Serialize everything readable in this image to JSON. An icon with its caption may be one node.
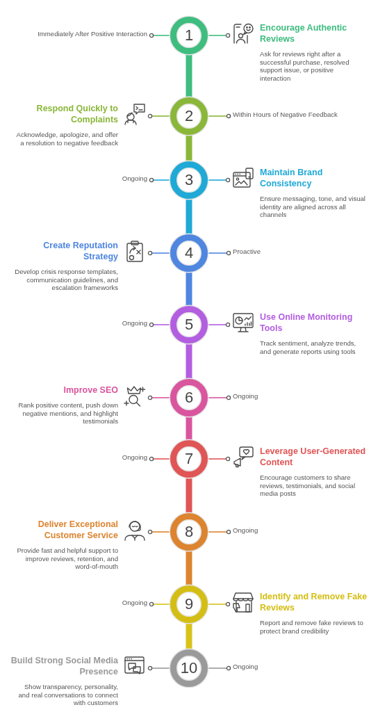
{
  "diagram": {
    "nodes": [
      {
        "text": [
          "Immediately After Positive Interaction"
        ]
      },
      {
        "text": [
          "1"
        ]
      },
      {
        "text": [
          "Encourage Authentic Reviews",
          "Ask for reviews right after a successful purchase, resolved support issue, or positive interaction"
        ]
      },
      {
        "text": [
          "Respond Quickly to Complaints",
          "Acknowledge, apologize, and offer a resolution to negative feedback"
        ]
      },
      {
        "text": [
          "2"
        ]
      },
      {
        "text": [
          "Within Hours of Negative Feedback"
        ]
      },
      {
        "text": [
          "Ongoing"
        ]
      },
      {
        "text": [
          "3"
        ]
      },
      {
        "text": [
          "Maintain Brand Consistency",
          "Ensure messaging, tone, and visual identity are aligned across all channels"
        ]
      },
      {
        "text": [
          "Create Reputation Strategy",
          "Develop crisis response templates, communication guidelines, and escalation frameworks"
        ]
      },
      {
        "text": [
          "4"
        ]
      },
      {
        "text": [
          "Proactive"
        ]
      },
      {
        "text": [
          "Ongoing"
        ]
      },
      {
        "text": [
          "5"
        ]
      },
      {
        "text": [
          "Use Online Monitoring Tools",
          "Track sentiment, analyze trends, and generate reports using tools"
        ]
      },
      {
        "text": [
          "Improve SEO",
          "Rank positive content, push down negative mentions, and highlight testimonials"
        ]
      },
      {
        "text": [
          "6"
        ]
      },
      {
        "text": [
          "Ongoing"
        ]
      },
      {
        "text": [
          "Ongoing"
        ]
      },
      {
        "text": [
          "7"
        ]
      },
      {
        "text": [
          "Leverage User-Generated Content",
          "Encourage customers to share reviews, testimonials, and social media posts"
        ]
      },
      {
        "text": [
          "Deliver Exceptional Customer Service",
          "Provide fast and helpful support to improve reviews, retention, and word-of-mouth"
        ]
      },
      {
        "text": [
          "8"
        ]
      },
      {
        "text": [
          "Ongoing"
        ]
      },
      {
        "text": [
          "Ongoing"
        ]
      },
      {
        "text": [
          "9"
        ]
      },
      {
        "text": [
          "Identify and Remove Fake Reviews",
          "Report and remove fake reviews to protect brand credibility"
        ]
      },
      {
        "text": [
          "Build Strong Social Media Presence",
          "Show transparency, personality, and real conversations to connect with customers"
        ]
      },
      {
        "text": [
          "10"
        ]
      },
      {
        "text": [
          "Ongoing"
        ]
      }
    ],
    "edges": [
      {
        "from": 1,
        "to": 0,
        "arrow": "other",
        "color": "#3ebd7f"
      },
      {
        "from": 1,
        "to": 2,
        "arrow": "other",
        "color": "#3ebd7f"
      },
      {
        "from": 1,
        "to": 4,
        "arrow": "none",
        "style": "thick",
        "color": "#3ebd7f"
      },
      {
        "from": 4,
        "to": 3,
        "arrow": "other",
        "color": "#8ab73a"
      },
      {
        "from": 4,
        "to": 5,
        "arrow": "other",
        "color": "#8ab73a"
      },
      {
        "from": 4,
        "to": 7,
        "arrow": "none",
        "style": "thick",
        "color": "#8ab73a"
      },
      {
        "from": 7,
        "to": 6,
        "arrow": "other",
        "color": "#1fa9d6"
      },
      {
        "from": 7,
        "to": 8,
        "arrow": "other",
        "color": "#1fa9d6"
      },
      {
        "from": 7,
        "to": 10,
        "arrow": "none",
        "style": "thick",
        "color": "#1fa9d6"
      },
      {
        "from": 10,
        "to": 9,
        "arrow": "other",
        "color": "#4e86e0"
      },
      {
        "from": 10,
        "to": 11,
        "arrow": "other",
        "color": "#4e86e0"
      },
      {
        "from": 10,
        "to": 13,
        "arrow": "none",
        "style": "thick",
        "color": "#4e86e0"
      },
      {
        "from": 13,
        "to": 12,
        "arrow": "other",
        "color": "#b35ee0"
      },
      {
        "from": 13,
        "to": 14,
        "arrow": "other",
        "color": "#b35ee0"
      },
      {
        "from": 13,
        "to": 16,
        "arrow": "none",
        "style": "thick",
        "color": "#b35ee0"
      },
      {
        "from": 16,
        "to": 15,
        "arrow": "other",
        "color": "#d9559e"
      },
      {
        "from": 16,
        "to": 17,
        "arrow": "other",
        "color": "#d9559e"
      },
      {
        "from": 16,
        "to": 19,
        "arrow": "none",
        "style": "thick",
        "color": "#d9559e"
      },
      {
        "from": 19,
        "to": 18,
        "arrow": "other",
        "color": "#e05555"
      },
      {
        "from": 19,
        "to": 20,
        "arrow": "other",
        "color": "#e05555"
      },
      {
        "from": 19,
        "to": 22,
        "arrow": "none",
        "style": "thick",
        "color": "#e05555"
      },
      {
        "from": 22,
        "to": 21,
        "arrow": "other",
        "color": "#dc842f"
      },
      {
        "from": 22,
        "to": 23,
        "arrow": "other",
        "color": "#dc842f"
      },
      {
        "from": 22,
        "to": 25,
        "arrow": "none",
        "style": "thick",
        "color": "#dc842f"
      },
      {
        "from": 25,
        "to": 24,
        "arrow": "other",
        "color": "#d9c21a"
      },
      {
        "from": 25,
        "to": 26,
        "arrow": "other",
        "color": "#d9c21a"
      },
      {
        "from": 25,
        "to": 28,
        "arrow": "none",
        "style": "thick",
        "color": "#d9c21a"
      },
      {
        "from": 28,
        "to": 27,
        "arrow": "other",
        "color": "#9a9a9a"
      },
      {
        "from": 28,
        "to": 29,
        "arrow": "other",
        "color": "#9a9a9a"
      }
    ]
  }
}
